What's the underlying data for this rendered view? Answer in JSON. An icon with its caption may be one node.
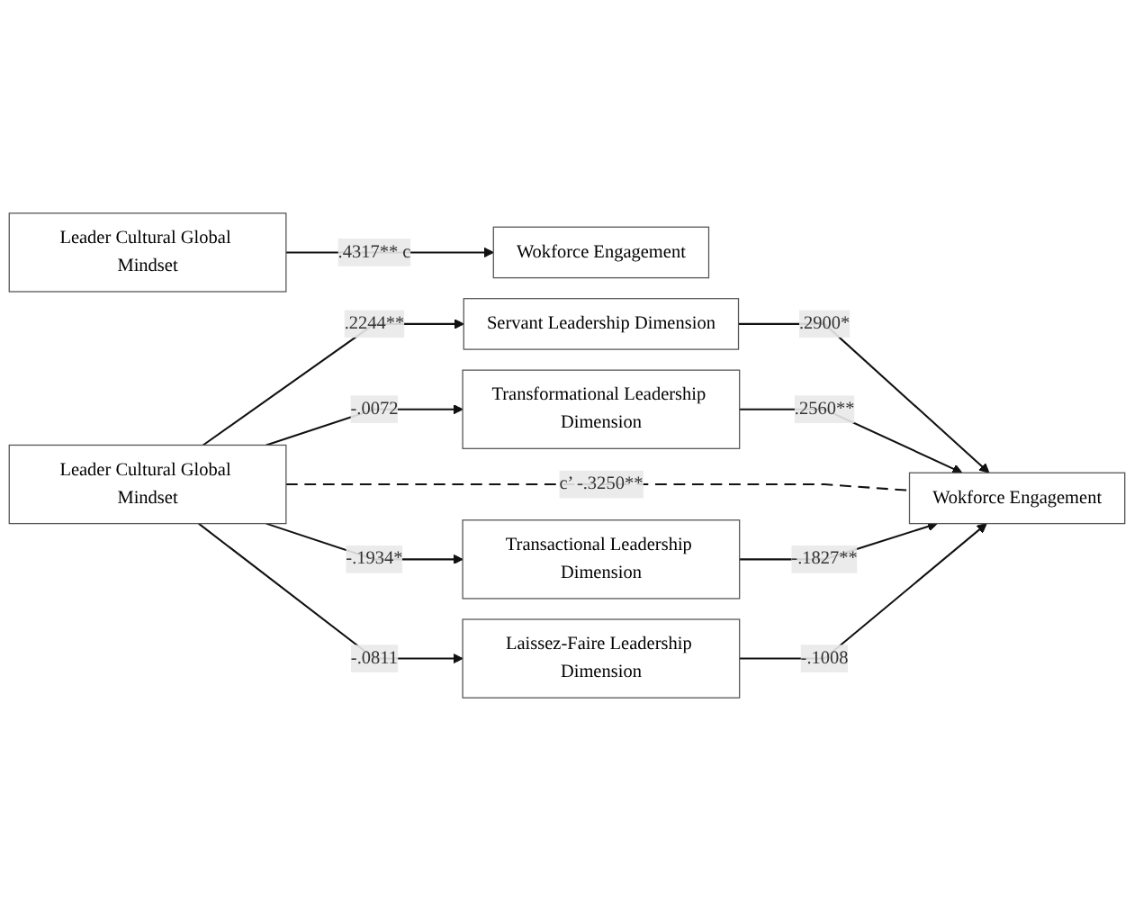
{
  "diagram": {
    "nodes": [
      {
        "text": [
          "Leader Cultural Global Mindset"
        ]
      },
      {
        "text": [
          "Wokforce Engagement"
        ]
      },
      {
        "text": [
          "Servant Leadership Dimension"
        ]
      },
      {
        "text": [
          "Transformational Leadership Dimension"
        ]
      },
      {
        "text": [
          "Leader Cultural Global Mindset"
        ]
      },
      {
        "text": [
          "Transactional Leadership Dimension"
        ]
      },
      {
        "text": [
          "Laissez-Faire Leadership Dimension"
        ]
      },
      {
        "text": [
          "Wokforce Engagement"
        ]
      }
    ],
    "edges": [
      {
        "from": 0,
        "to": 1,
        "arrow": "to",
        "label": ".4317** c"
      },
      {
        "from": 4,
        "to": 2,
        "arrow": "to",
        "label": ".2244**"
      },
      {
        "from": 2,
        "to": 7,
        "arrow": "to",
        "label": ".2900*"
      },
      {
        "from": 4,
        "to": 3,
        "arrow": "to",
        "label": "-.0072"
      },
      {
        "from": 3,
        "to": 7,
        "arrow": "to",
        "label": ".2560**"
      },
      {
        "from": 4,
        "to": 7,
        "arrow": "none",
        "style": "dashed",
        "label": "c’ -.3250**"
      },
      {
        "from": 4,
        "to": 5,
        "arrow": "to",
        "label": "-.1934*"
      },
      {
        "from": 5,
        "to": 7,
        "arrow": "to",
        "label": "-.1827**"
      },
      {
        "from": 4,
        "to": 6,
        "arrow": "to",
        "label": "-.0811"
      },
      {
        "from": 6,
        "to": 7,
        "arrow": "to",
        "label": "-.1008"
      }
    ]
  }
}
